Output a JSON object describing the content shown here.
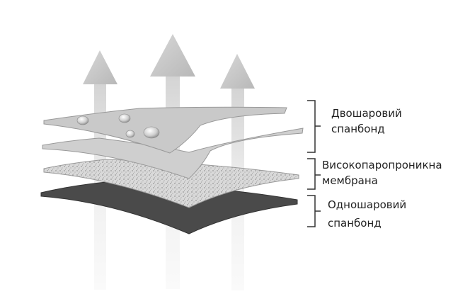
{
  "labels": {
    "top": {
      "line1": "Двошаровий",
      "line2": "спанбонд"
    },
    "middle": {
      "line1": "Високопаропроникна",
      "line2": "мембрана"
    },
    "bottom": {
      "line1": "Одношаровий",
      "line2": "спанбонд"
    }
  },
  "colors": {
    "layer_top": "#c9c9c9",
    "layer_membrane": "#d6d6d6",
    "layer_bottom": "#4a4a4a",
    "arrow": "#c4c4c4",
    "bracket": "#333333"
  }
}
